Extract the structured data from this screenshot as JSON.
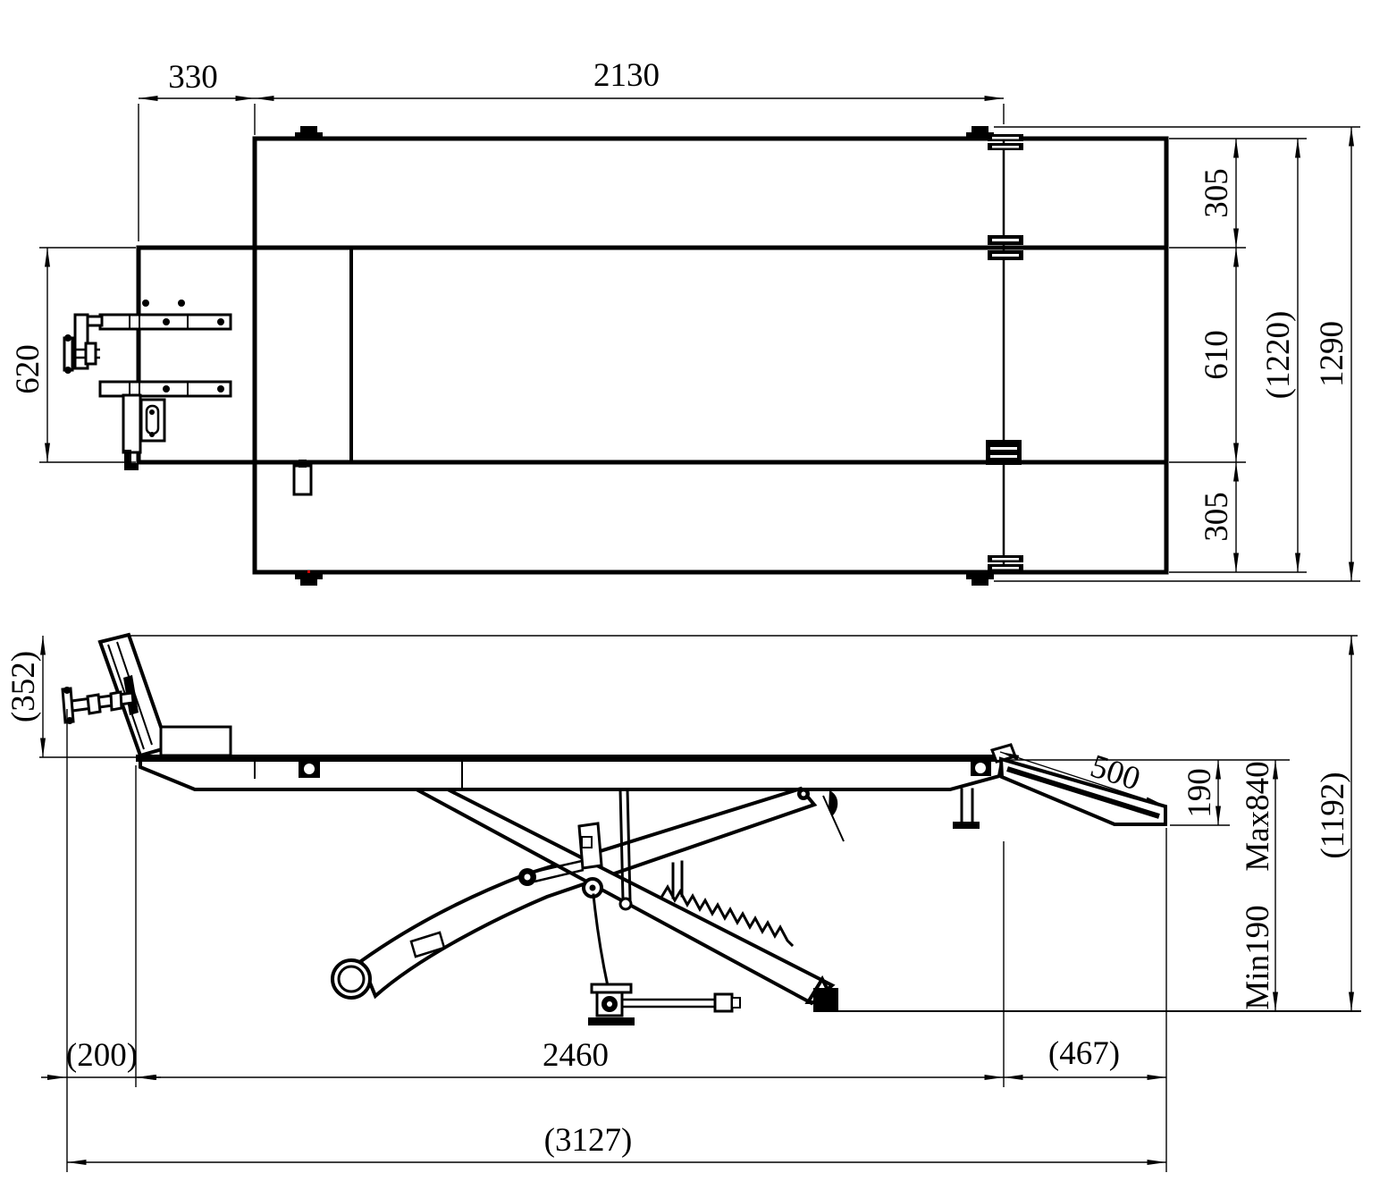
{
  "drawing": {
    "top_view": {
      "dim_front_offset": "330",
      "dim_platform_length": "2130",
      "dim_tongue_width": "620",
      "dim_wing_top": "305",
      "dim_center_width": "610",
      "dim_wing_bottom": "305",
      "dim_inner_width": "(1220)",
      "dim_overall_width": "1290"
    },
    "side_view": {
      "dim_front_stop_height": "(352)",
      "dim_ramp_length": "500",
      "dim_ramp_drop": "190",
      "dim_max_height": "Max840",
      "dim_min_height": "Min190",
      "dim_overall_height": "(1192)",
      "dim_front_overhang": "(200)",
      "dim_table_length": "2460",
      "dim_ramp_run": "(467)",
      "dim_overall_length": "(3127)"
    }
  }
}
